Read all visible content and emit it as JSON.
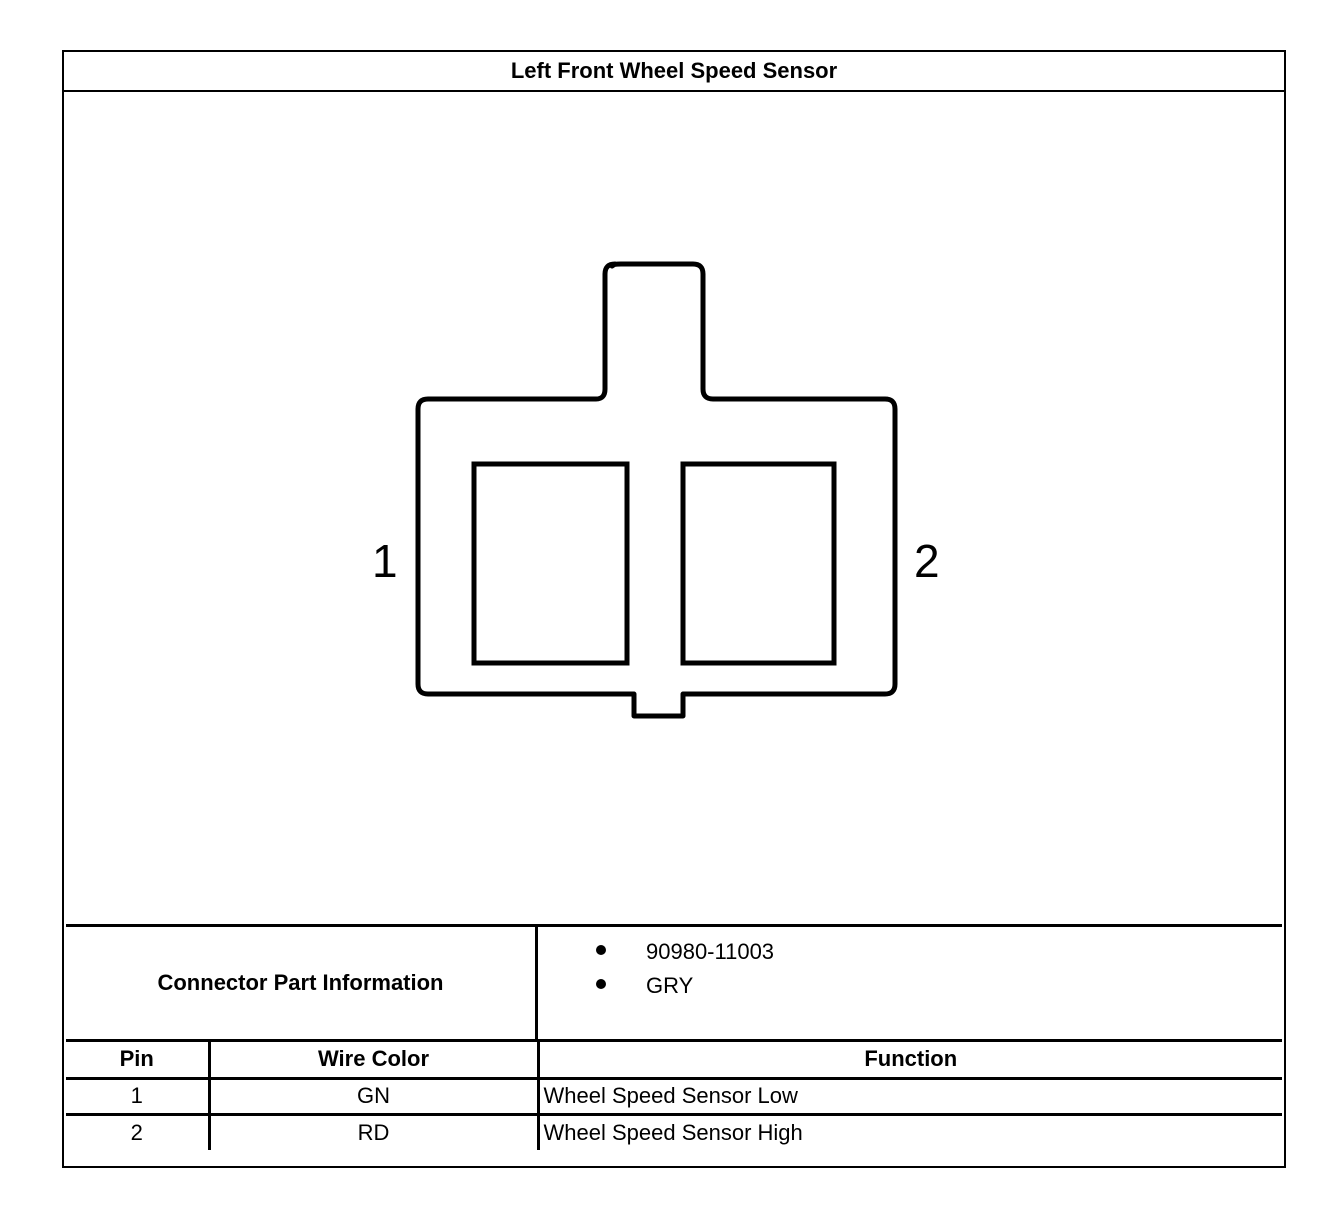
{
  "title": "Left Front Wheel Speed Sensor",
  "diagram": {
    "pin_labels": [
      "1",
      "2"
    ]
  },
  "connector_info": {
    "label": "Connector Part Information",
    "items": [
      "90980-11003",
      "GRY"
    ]
  },
  "pin_table": {
    "headers": [
      "Pin",
      "Wire Color",
      "Function"
    ],
    "rows": [
      [
        "1",
        "GN",
        "Wheel Speed Sensor Low"
      ],
      [
        "2",
        "RD",
        "Wheel Speed Sensor High"
      ]
    ]
  }
}
